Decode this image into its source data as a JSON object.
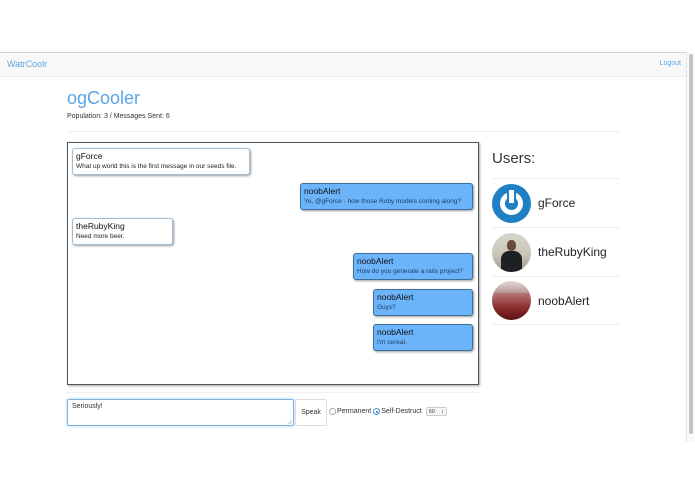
{
  "navbar": {
    "brand": "WatrCoolr",
    "logout": "Logout"
  },
  "room": {
    "title": "ogCooler",
    "stats": "Population: 3 / Messages Sent: 6"
  },
  "messages": [
    {
      "author": "gForce",
      "text": "What up world this is the first message in our seeds file.",
      "side": "left"
    },
    {
      "author": "noobAlert",
      "text": "Yo, @gForce - how those Ruby models coming along?",
      "side": "right"
    },
    {
      "author": "theRubyKing",
      "text": "Need more beer.",
      "side": "left"
    },
    {
      "author": "noobAlert",
      "text": "How do you generate a rails project?",
      "side": "right"
    },
    {
      "author": "noobAlert",
      "text": "Guys?",
      "side": "right"
    },
    {
      "author": "noobAlert",
      "text": "I'm cereal.",
      "side": "right"
    }
  ],
  "compose": {
    "value": "Seriously!",
    "speak_label": "Speak",
    "options": {
      "permanent_label": "Permanent",
      "self_destruct_label": "Self-Destruct",
      "selected": "Self-Destruct",
      "timer_value": "60",
      "timer_arrows": "↕"
    }
  },
  "users": {
    "title": "Users:",
    "list": [
      {
        "name": "gForce",
        "avatar": "power-logo"
      },
      {
        "name": "theRubyKing",
        "avatar": "photo-person"
      },
      {
        "name": "noobAlert",
        "avatar": "photo-red"
      }
    ]
  },
  "colors": {
    "brand": "#5aa6e6",
    "my_message_bg": "#6cb4fa",
    "other_message_bg": "#ffffff",
    "gforce_avatar": "#1f80c4"
  }
}
